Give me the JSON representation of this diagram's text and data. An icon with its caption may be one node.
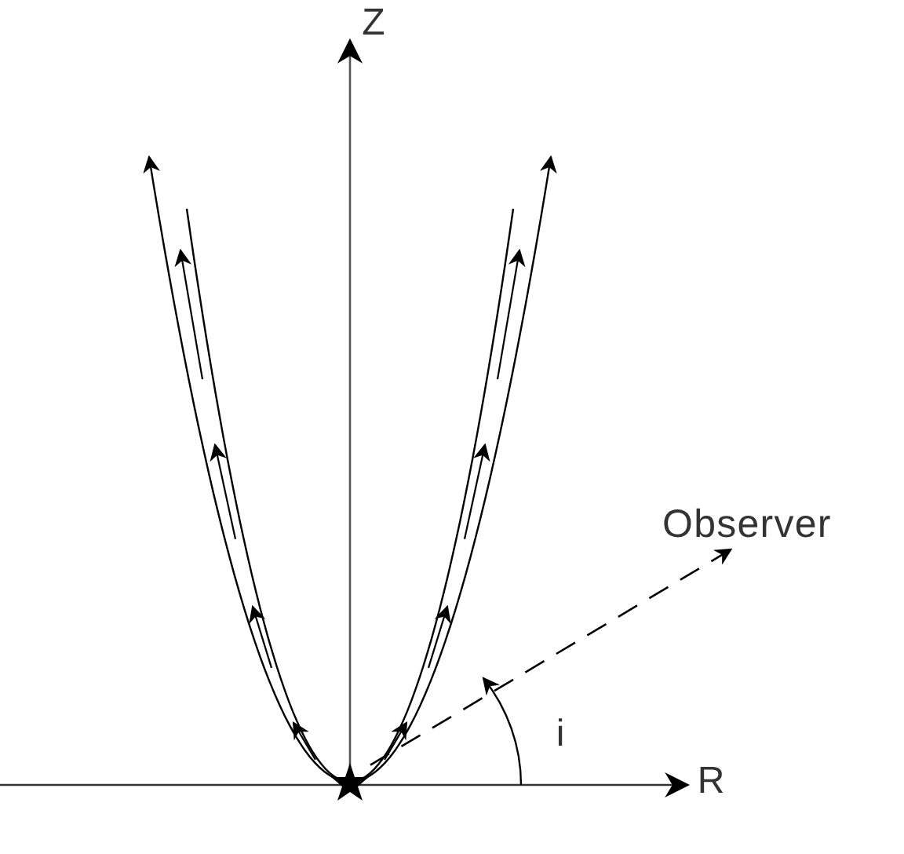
{
  "diagram": {
    "nodes": [
      {
        "text": [],
        "shape": "star"
      },
      {
        "text": [
          "Observer"
        ]
      }
    ],
    "edges": [
      {
        "from": 0,
        "to": 1,
        "arrow": "to",
        "style": "dashed"
      }
    ],
    "labels": [
      "Z",
      "R",
      "i"
    ]
  }
}
